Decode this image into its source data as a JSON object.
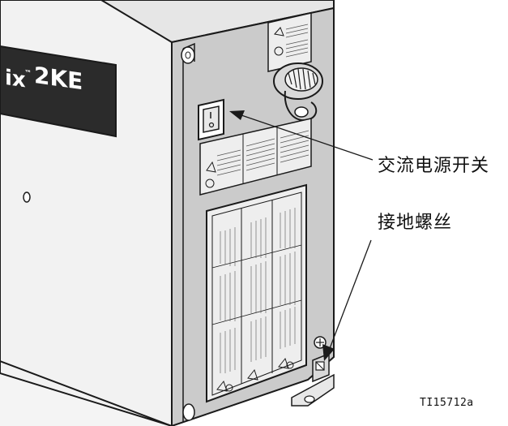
{
  "callouts": {
    "power_switch_label": "交流电源开关",
    "ground_screw_label": "接地螺丝"
  },
  "figure_id": "TI15712a",
  "brand_badge": {
    "text": "ix",
    "tm": "™",
    "model": "2KE"
  },
  "colors": {
    "panel_face": "#c9c9c9",
    "cabinet_side": "#f1f1f1",
    "badge": "#2b2b2b",
    "outline": "#1a1a1a"
  }
}
